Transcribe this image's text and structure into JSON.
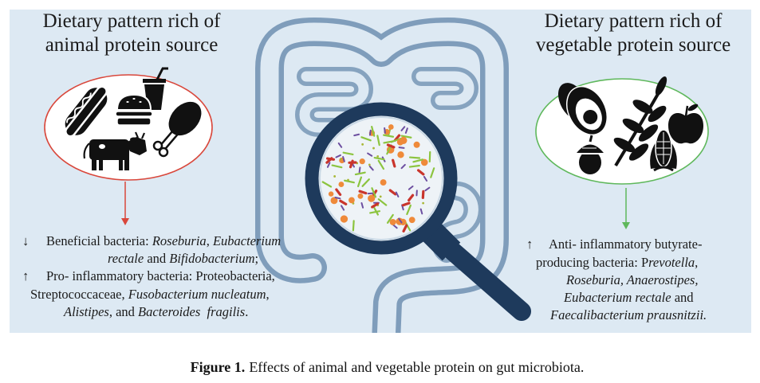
{
  "figure": {
    "animal": {
      "heading": [
        "Dietary pattern rich of",
        "animal protein source"
      ],
      "accent_color": "#d9473b",
      "icons": [
        "hotdog-icon",
        "soft-drink-icon",
        "burger-icon",
        "chicken-leg-icon",
        "cow-icon"
      ],
      "effects": [
        {
          "marker": "↓",
          "runs": [
            {
              "text": "Beneficial bacteria: ",
              "italic": false
            },
            {
              "text": "Roseburia",
              "italic": true
            },
            {
              "text": ", ",
              "italic": false
            },
            {
              "text": "Eubacterium",
              "italic": true
            }
          ]
        },
        {
          "runs": [
            {
              "text": "rectale",
              "italic": true
            },
            {
              "text": " and ",
              "italic": false
            },
            {
              "text": "Bifidobacterium",
              "italic": true
            },
            {
              "text": ";",
              "italic": false
            }
          ]
        },
        {
          "marker": "↑",
          "runs": [
            {
              "text": "Pro- inflammatory bacteria: Proteobacteria,",
              "italic": false
            }
          ]
        },
        {
          "runs": [
            {
              "text": "Streptococcaceae, ",
              "italic": false
            },
            {
              "text": "Fusobacterium nucleatum",
              "italic": true
            },
            {
              "text": ",",
              "italic": false
            }
          ]
        },
        {
          "runs": [
            {
              "text": "Alistipes",
              "italic": true
            },
            {
              "text": ", and ",
              "italic": false
            },
            {
              "text": "Bacteroides  fragilis",
              "italic": true
            },
            {
              "text": ".",
              "italic": false
            }
          ]
        }
      ]
    },
    "vegetable": {
      "heading": [
        "Dietary pattern rich of",
        "vegetable protein source"
      ],
      "accent_color": "#5fb85c",
      "icons": [
        "avocado-icon",
        "leafy-branch-icon",
        "apple-icon",
        "acorn-icon",
        "corn-icon"
      ],
      "effects": [
        {
          "marker": "↑",
          "runs": [
            {
              "text": "Anti- inflammatory butyrate-",
              "italic": false
            }
          ]
        },
        {
          "runs": [
            {
              "text": "producing bacteria: P",
              "italic": false
            },
            {
              "text": "revotella",
              "italic": true
            },
            {
              "text": ",",
              "italic": false
            }
          ]
        },
        {
          "runs": [
            {
              "text": "Roseburia, Anaerostipes,",
              "italic": true
            }
          ]
        },
        {
          "runs": [
            {
              "text": "Eubacterium rectale",
              "italic": true
            },
            {
              "text": " and",
              "italic": false
            }
          ]
        },
        {
          "runs": [
            {
              "text": "Faecalibacterium prausnitzii.",
              "italic": true
            }
          ]
        }
      ]
    },
    "center": {
      "icons": [
        "small-intestine-icon",
        "colon-icon",
        "magnifying-glass-icon"
      ],
      "bacteria_colors": {
        "orange": "#ef8a3a",
        "red": "#c9352c",
        "green": "#8cc43f",
        "purple": "#6d4fa0",
        "olive": "#a9b838"
      }
    }
  },
  "caption": {
    "label": "Figure 1.",
    "text": "Effects of animal and vegetable protein on gut microbiota."
  }
}
